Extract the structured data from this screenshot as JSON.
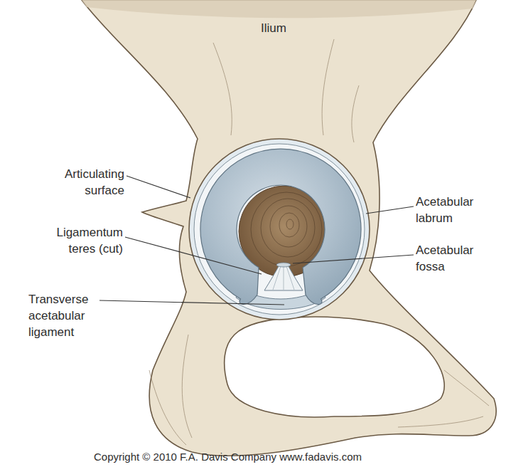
{
  "diagram": {
    "labels": [
      "Ilium",
      "Articulating surface",
      "Ligamentum teres (cut)",
      "Transverse acetabular ligament",
      "Acetabular labrum",
      "Acetabular fossa",
      "Copyright © 2010 F.A. Davis Company www.fadavis.com"
    ]
  }
}
